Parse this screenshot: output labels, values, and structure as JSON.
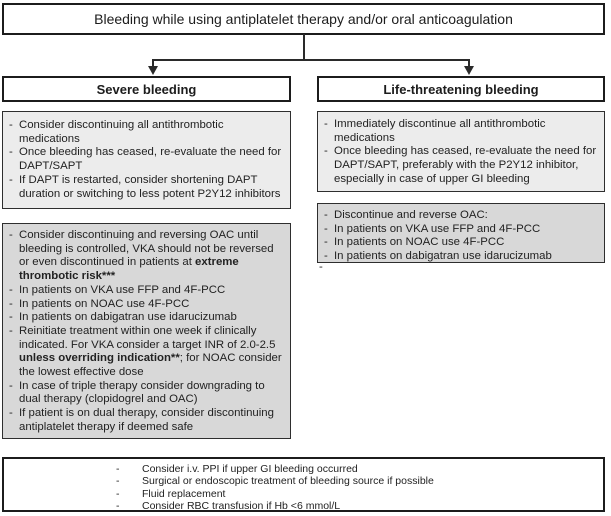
{
  "colors": {
    "background": "#ffffff",
    "box_border": "#1c1c1c",
    "gray_box_border": "#2e2e2e",
    "fill_light_gray": "#ececec",
    "fill_dark_gray": "#d8d8d8",
    "connector": "#2a2a2a",
    "text": "#222222"
  },
  "bullet": "-",
  "title": "Bleeding while using antiplatelet therapy and/or oral anticoagulation",
  "left": {
    "header": "Severe bleeding",
    "box1_items": [
      "Consider discontinuing all antithrombotic medications",
      "Once bleeding has ceased, re-evaluate the need for DAPT/SAPT",
      "If DAPT is restarted, consider shortening DAPT duration or switching to less potent P2Y12 inhibitors"
    ],
    "box2_items": [
      {
        "pre": "Consider discontinuing and reversing OAC until bleeding is controlled, VKA should not be reversed or even discontinued in patients at ",
        "bold": "extreme thrombotic risk***",
        "post": ""
      },
      {
        "pre": "In patients on VKA use FFP and 4F-PCC",
        "bold": "",
        "post": ""
      },
      {
        "pre": "In patients on NOAC use 4F-PCC",
        "bold": "",
        "post": ""
      },
      {
        "pre": "In patients on dabigatran use idarucizumab",
        "bold": "",
        "post": ""
      },
      {
        "pre": "Reinitiate treatment within one week if clinically indicated. For VKA consider a target INR of 2.0-2.5 ",
        "bold": "unless overriding indication**",
        "post": "; for NOAC consider the lowest effective dose"
      },
      {
        "pre": "In case of triple therapy consider downgrading to dual therapy (clopidogrel and OAC)",
        "bold": "",
        "post": ""
      },
      {
        "pre": "If patient is on dual therapy, consider discontinuing antiplatelet therapy if deemed safe",
        "bold": "",
        "post": ""
      }
    ]
  },
  "right": {
    "header": "Life-threatening bleeding",
    "box1_items": [
      "Immediately discontinue all antithrombotic medications",
      "Once bleeding has ceased, re-evaluate the need for DAPT/SAPT, preferably with the P2Y12 inhibitor, especially in case of upper GI bleeding"
    ],
    "box2_items": [
      "Discontinue and reverse OAC:",
      "In patients on VKA use FFP and 4F-PCC",
      "In patients on NOAC use 4F-PCC",
      "In patients on dabigatran use idarucizumab"
    ],
    "stray_dash": "-"
  },
  "footer_items": [
    "Consider i.v. PPI if upper GI bleeding occurred",
    "Surgical or endoscopic treatment of bleeding source if possible",
    "Fluid replacement",
    "Consider RBC transfusion if Hb <6 mmol/L"
  ]
}
